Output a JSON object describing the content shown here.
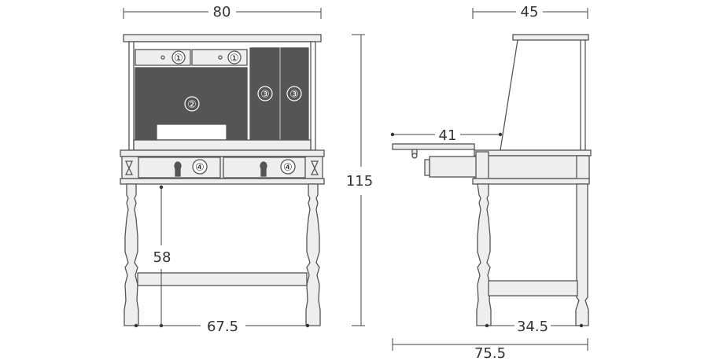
{
  "front_view": {
    "width_label": "80",
    "height_label": "115",
    "leg_height_label": "58",
    "leg_span_label": "67.5",
    "parts": {
      "small_drawer": "①",
      "open_shelf": "②",
      "vertical_compartment": "③",
      "main_drawer": "④"
    }
  },
  "side_view": {
    "depth_label": "45",
    "writing_board_label": "41",
    "leg_depth_label": "34.5",
    "open_depth_label": "75.5"
  },
  "colors": {
    "line": "#555555",
    "fill": "#eeeeee",
    "dark_panel": "#555555",
    "text": "#333333"
  }
}
